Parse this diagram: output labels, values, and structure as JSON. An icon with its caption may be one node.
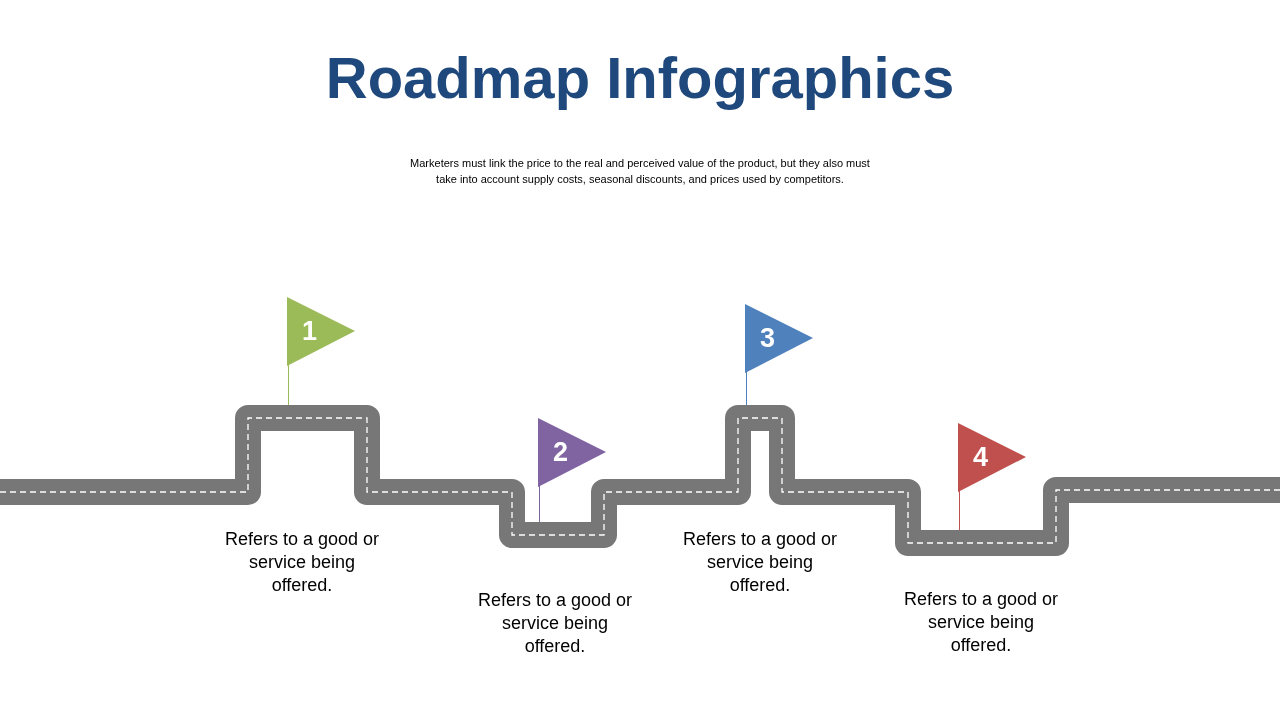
{
  "diagram": {
    "title": "Roadmap Infographics",
    "caption": "Marketers must link the price to the real and perceived value of the product, but they also must take into account supply costs, seasonal discounts, and prices used by competitors.",
    "nodes": [
      {
        "text": [
          "1"
        ]
      },
      {
        "text": [
          "2"
        ]
      },
      {
        "text": [
          "3"
        ]
      },
      {
        "text": [
          "4"
        ]
      }
    ],
    "edges": [],
    "labels": [
      "Refers to a good or service being offered.",
      "Refers to a good or service being offered.",
      "Refers to a good or service being offered.",
      "Refers to a good or service being offered."
    ]
  }
}
